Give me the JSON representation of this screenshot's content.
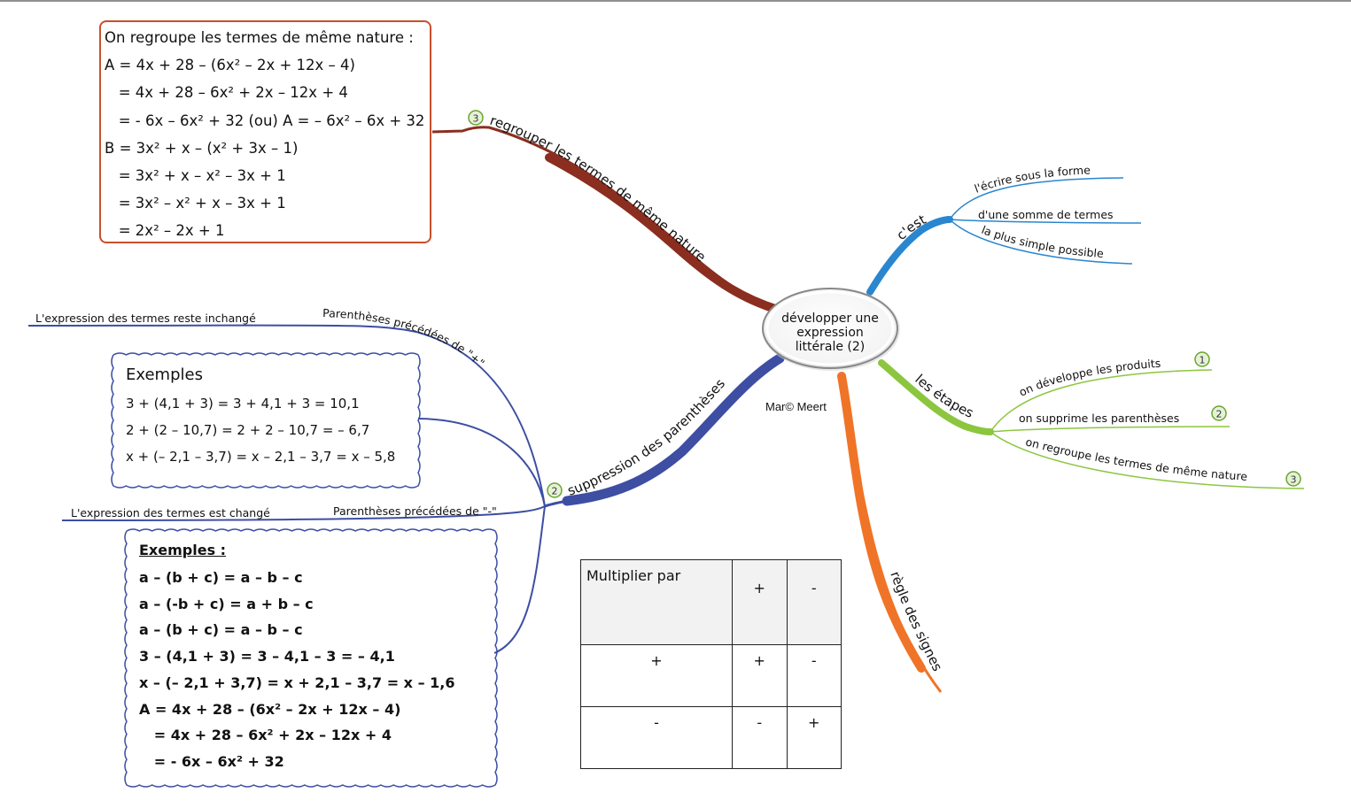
{
  "central": {
    "line1": "développer une",
    "line2": "expression",
    "line3": "littérale (2)"
  },
  "author": "Mar© Meert",
  "branches": {
    "cest": {
      "label": "c'est",
      "items": [
        "l'écrire sous la forme",
        "d'une somme de termes",
        "la plus simple possible"
      ]
    },
    "etapes": {
      "label": "les étapes",
      "items": [
        {
          "label": "on développe les produits",
          "badge": "1"
        },
        {
          "label": "on supprime les parenthèses",
          "badge": "2"
        },
        {
          "label": "on regroupe les termes de même nature",
          "badge": "3"
        }
      ]
    },
    "signes": {
      "label": "règle des signes"
    },
    "suppression": {
      "label": "suppression des parenthèses",
      "badge": "2",
      "plus": {
        "label": "Parenthèses précédées de \"+\"",
        "note": "L'expression des termes reste inchangé"
      },
      "minus": {
        "label": "Parenthèses précédées de \"-\"",
        "note": "L'expression des termes est changé"
      }
    },
    "regrouper": {
      "label": "regrouper les termes de même nature",
      "badge": "3"
    }
  },
  "box_regroup": {
    "lines": [
      "On regroupe les termes de même nature :",
      "A = 4x + 28 – (6x² – 2x + 12x – 4)",
      "   = 4x + 28 – 6x² + 2x – 12x + 4",
      "   = - 6x – 6x² + 32 (ou) A = – 6x² – 6x + 32",
      "B = 3x² + x – (x² + 3x – 1)",
      "   = 3x² + x – x² – 3x + 1",
      "   = 3x² – x² + x – 3x + 1",
      "   = 2x² – 2x + 1"
    ]
  },
  "box_plus": {
    "title": "Exemples",
    "lines": [
      "3 + (4,1 + 3) = 3 + 4,1 + 3 = 10,1",
      "2 + (2 – 10,7) = 2 + 2 – 10,7 = – 6,7",
      "x + (– 2,1 – 3,7) = x – 2,1 – 3,7 = x – 5,8"
    ]
  },
  "box_minus": {
    "title": "Exemples :",
    "lines": [
      "a – (b + c) = a – b – c",
      "a – (-b + c) = a + b – c",
      "a – (b + c) = a – b – c",
      "3 – (4,1 + 3) = 3 – 4,1 – 3 = – 4,1",
      "x – (– 2,1 + 3,7) = x + 2,1 – 3,7 = x – 1,6",
      "A = 4x + 28 – (6x² – 2x + 12x – 4)",
      "   = 4x + 28 – 6x² + 2x – 12x + 4",
      "   = - 6x – 6x² + 32"
    ]
  },
  "sign_table": {
    "header": [
      "Multiplier par",
      "+",
      "-"
    ],
    "rows": [
      [
        "+",
        "+",
        "-"
      ],
      [
        "-",
        "-",
        "+"
      ]
    ]
  },
  "colors": {
    "cest": "#2a86cf",
    "etapes": "#8cc63f",
    "signes": "#f07427",
    "suppression": "#3d4ea3",
    "regrouper": "#8b2e1f",
    "badge": "#6aa52e"
  }
}
